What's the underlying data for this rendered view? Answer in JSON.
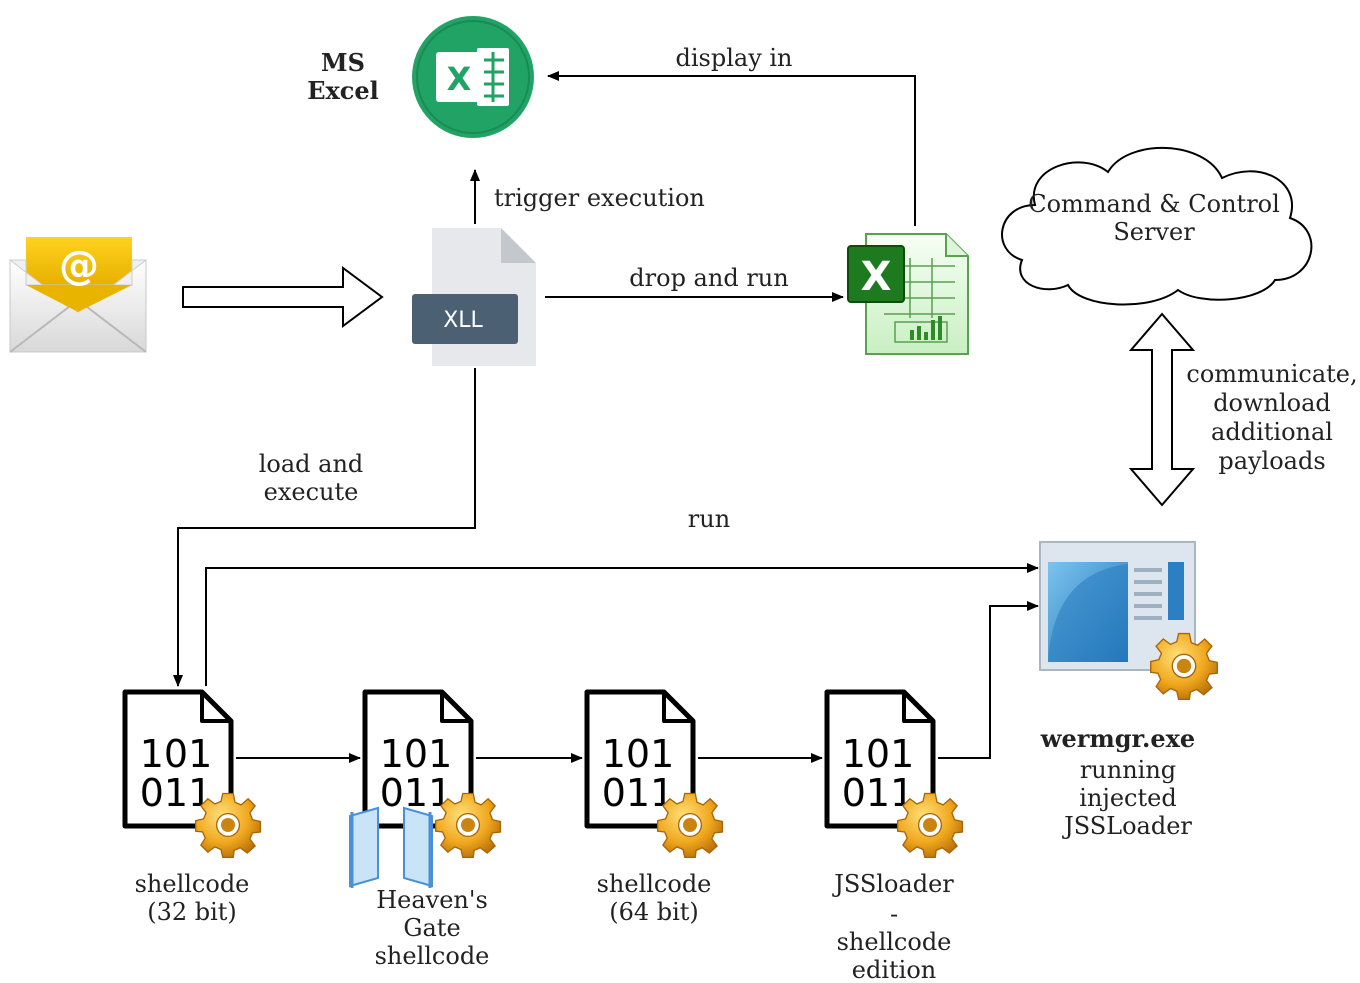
{
  "excel_label": {
    "line1": "MS",
    "line2": "Excel"
  },
  "edges": {
    "display_in": "display in",
    "trigger_execution": "trigger execution",
    "drop_and_run": "drop and run",
    "load_and_execute": {
      "line1": "load and",
      "line2": "execute"
    },
    "run": "run",
    "communicate": {
      "line1": "communicate,",
      "line2": "download",
      "line3": "additional",
      "line4": "payloads"
    }
  },
  "xll_file": {
    "badge": "XLL"
  },
  "c2_server": {
    "line1": "Command & Control",
    "line2": "Server"
  },
  "binary_glyph": {
    "top": "101",
    "bottom": "011"
  },
  "shellcode_32": {
    "line1": "shellcode",
    "line2": "(32 bit)"
  },
  "heavens_gate": {
    "line1": "Heaven's",
    "line2": "Gate",
    "line3": "shellcode"
  },
  "shellcode_64": {
    "line1": "shellcode",
    "line2": "(64 bit)"
  },
  "jssloader": {
    "line1": "JSSloader",
    "line2": "-",
    "line3": "shellcode",
    "line4": "edition"
  },
  "wermgr": {
    "name": "wermgr.exe",
    "line1": "running",
    "line2": "injected",
    "line3": "JSSLoader"
  },
  "colors": {
    "excel_green": "#21a366",
    "mail_yellow": "#f4c400",
    "gear": "#e8a21c",
    "xll_badge": "#4c6073"
  }
}
